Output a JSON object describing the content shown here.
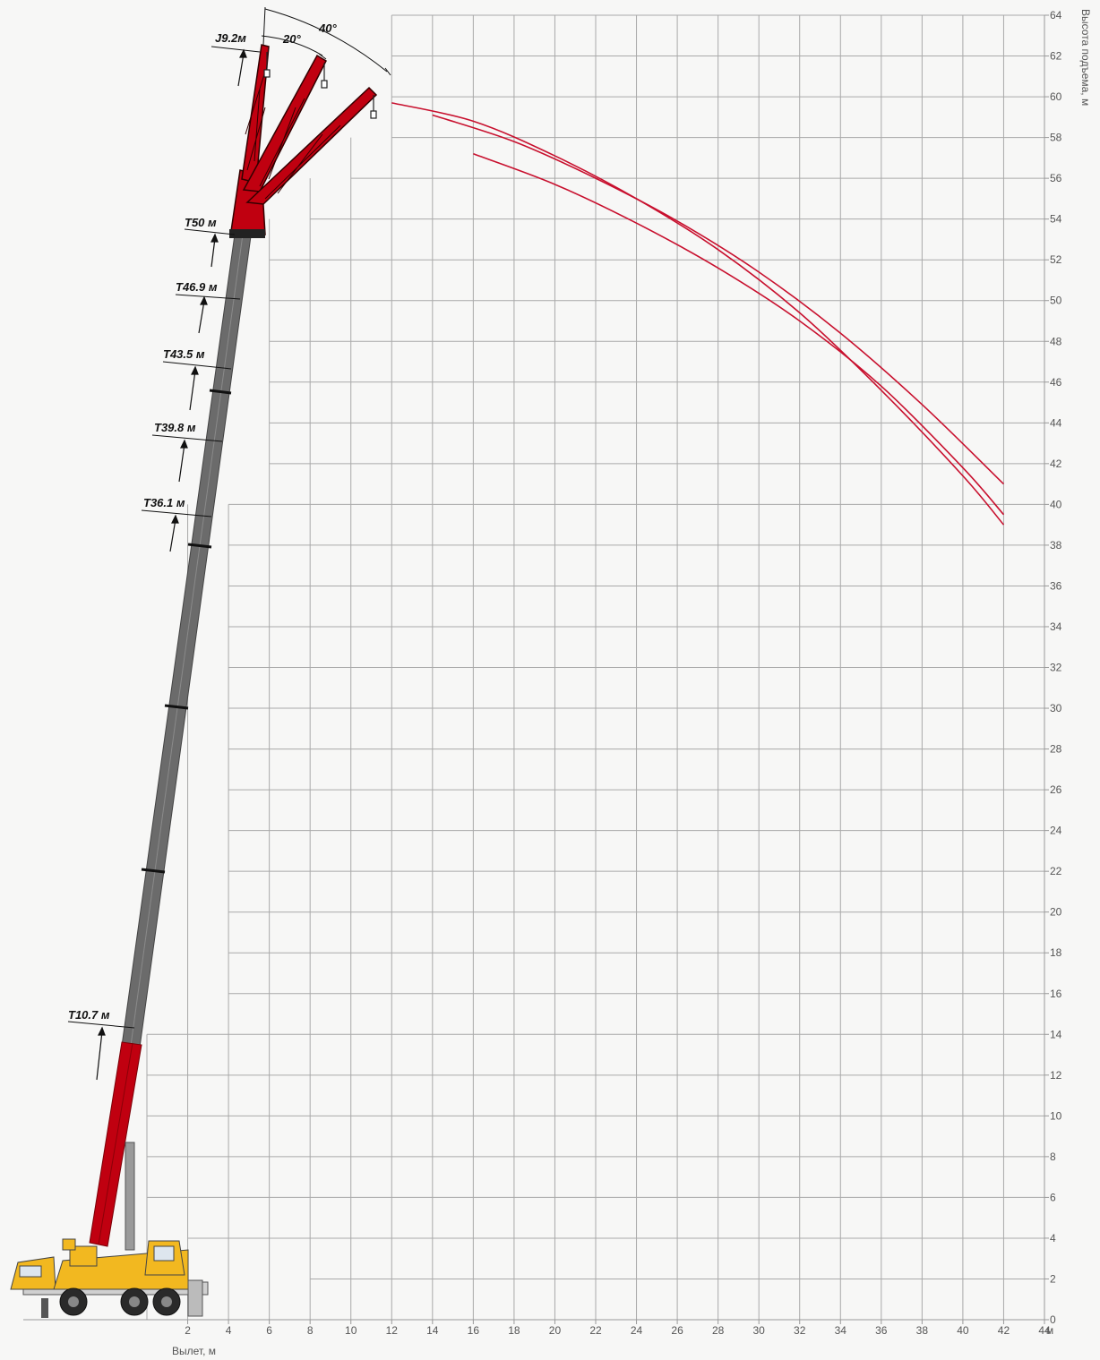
{
  "chart_data": {
    "type": "line",
    "xlabel": "Вылет, м",
    "ylabel": "Высота подъема, м",
    "x_ticks": [
      "2",
      "4",
      "6",
      "8",
      "10",
      "12",
      "14",
      "16",
      "18",
      "20",
      "22",
      "24",
      "26",
      "28",
      "30",
      "32",
      "34",
      "36",
      "38",
      "40",
      "42",
      "44"
    ],
    "x_unit": "м",
    "y_ticks": [
      "0",
      "2",
      "4",
      "6",
      "8",
      "10",
      "12",
      "14",
      "16",
      "18",
      "20",
      "22",
      "24",
      "26",
      "28",
      "30",
      "32",
      "34",
      "36",
      "38",
      "40",
      "42",
      "44",
      "46",
      "48",
      "50",
      "52",
      "54",
      "56",
      "58",
      "60",
      "62",
      "64"
    ],
    "x_ticks_val": [
      2,
      4,
      6,
      8,
      10,
      12,
      14,
      16,
      18,
      20,
      22,
      24,
      26,
      28,
      30,
      32,
      34,
      36,
      38,
      40,
      42,
      44
    ],
    "xlim": [
      0,
      44
    ],
    "ylim": [
      0,
      64
    ],
    "grid": true,
    "boom_labels": [
      "J9.2м",
      "T50 м",
      "T46.9 м",
      "T43.5 м",
      "T39.8 м",
      "T36.1 м",
      "T10.7 м"
    ],
    "angle_labels": [
      "20°",
      "40°"
    ],
    "series": [
      {
        "color": "#c8102e",
        "points": [
          [
            12,
            59.7
          ],
          [
            16,
            58.8
          ],
          [
            20,
            57.1
          ],
          [
            24,
            55.0
          ],
          [
            28,
            52.5
          ],
          [
            32,
            49.4
          ],
          [
            36,
            45.6
          ],
          [
            40,
            41.4
          ],
          [
            42,
            39.0
          ]
        ]
      },
      {
        "color": "#c8102e",
        "points": [
          [
            14,
            59.1
          ],
          [
            18,
            57.8
          ],
          [
            22,
            56.0
          ],
          [
            26,
            53.9
          ],
          [
            30,
            51.4
          ],
          [
            34,
            48.4
          ],
          [
            38,
            44.9
          ],
          [
            42,
            41.0
          ]
        ]
      },
      {
        "color": "#c8102e",
        "points": [
          [
            16,
            57.2
          ],
          [
            20,
            55.7
          ],
          [
            24,
            53.8
          ],
          [
            28,
            51.6
          ],
          [
            32,
            49.0
          ],
          [
            36,
            45.8
          ],
          [
            40,
            41.8
          ],
          [
            42,
            39.5
          ]
        ]
      }
    ],
    "envelope_steps": [
      [
        2,
        4
      ],
      [
        4,
        6
      ],
      [
        6,
        8
      ],
      [
        8,
        10
      ],
      [
        10,
        12
      ]
    ]
  },
  "colors": {
    "grid": "#a9a9a9",
    "curve": "#c8102e",
    "boom_gray": "#6b6b6b",
    "boom_red": "#c00010",
    "truck_yellow": "#f2b820"
  }
}
